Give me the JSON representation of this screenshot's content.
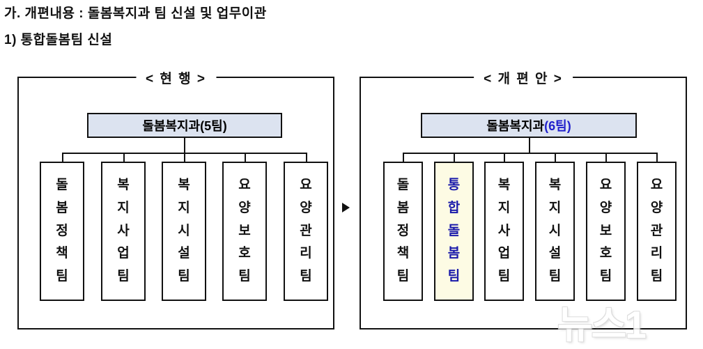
{
  "headings": {
    "main": "가. 개편내용 : 돌봄복지과 팀 신설 및 업무이관",
    "sub": "1) 통합돌봄팀 신설"
  },
  "panels": {
    "current": {
      "title": "< 현 행 >",
      "department": {
        "name": "돌봄복지과",
        "count": "(5팀)",
        "full_label": "돌봄복지과(5팀)"
      },
      "teams": [
        {
          "label": "돌봄정책팀",
          "chars": [
            "돌",
            "봄",
            "정",
            "책",
            "팀"
          ],
          "highlight": false
        },
        {
          "label": "복지사업팀",
          "chars": [
            "복",
            "지",
            "사",
            "업",
            "팀"
          ],
          "highlight": false
        },
        {
          "label": "복지시설팀",
          "chars": [
            "복",
            "지",
            "시",
            "설",
            "팀"
          ],
          "highlight": false
        },
        {
          "label": "요양보호팀",
          "chars": [
            "요",
            "양",
            "보",
            "호",
            "팀"
          ],
          "highlight": false
        },
        {
          "label": "요양관리팀",
          "chars": [
            "요",
            "양",
            "관",
            "리",
            "팀"
          ],
          "highlight": false
        }
      ]
    },
    "reform": {
      "title": "< 개 편 안 >",
      "department": {
        "name": "돌봄복지과",
        "count": "(6팀)",
        "full_label": "돌봄복지과(6팀)"
      },
      "teams": [
        {
          "label": "돌봄정책팀",
          "chars": [
            "돌",
            "봄",
            "정",
            "책",
            "팀"
          ],
          "highlight": false
        },
        {
          "label": "통합돌봄팀",
          "chars": [
            "통",
            "합",
            "돌",
            "봄",
            "팀"
          ],
          "highlight": true
        },
        {
          "label": "복지사업팀",
          "chars": [
            "복",
            "지",
            "사",
            "업",
            "팀"
          ],
          "highlight": false
        },
        {
          "label": "복지시설팀",
          "chars": [
            "복",
            "지",
            "시",
            "설",
            "팀"
          ],
          "highlight": false
        },
        {
          "label": "요양보호팀",
          "chars": [
            "요",
            "양",
            "보",
            "호",
            "팀"
          ],
          "highlight": false
        },
        {
          "label": "요양관리팀",
          "chars": [
            "요",
            "양",
            "관",
            "리",
            "팀"
          ],
          "highlight": false
        }
      ]
    }
  },
  "arrow": {
    "direction": "right"
  },
  "watermark": {
    "text": "뉴스1"
  },
  "colors": {
    "department_fill": "#dce3f0",
    "highlight_fill": "#fdfbe4",
    "highlight_text": "#1a1aaa",
    "accent_blue": "#2020cc",
    "border": "#111111"
  }
}
